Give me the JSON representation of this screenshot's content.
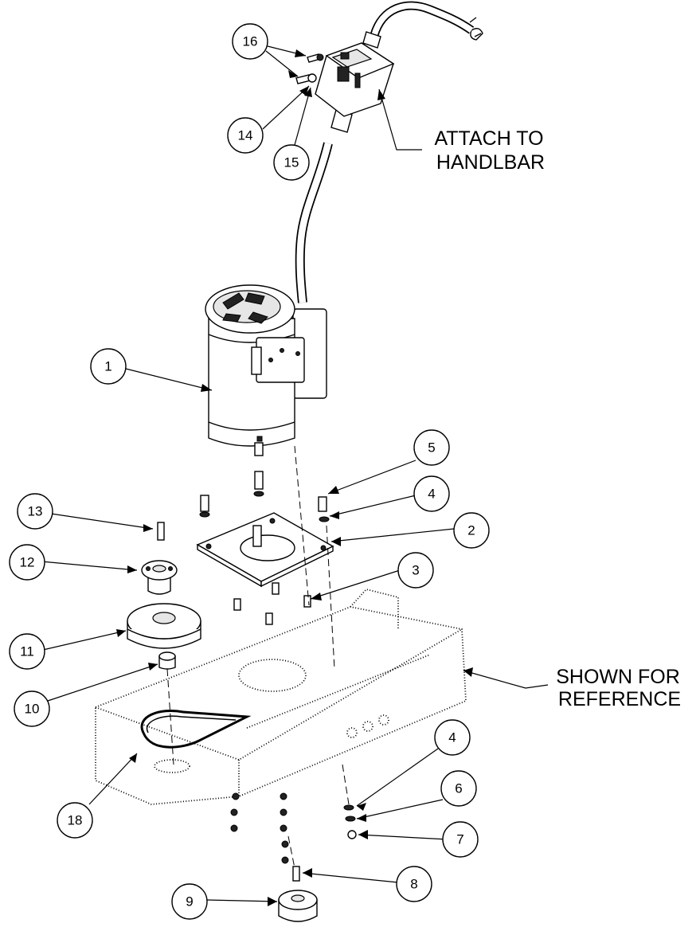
{
  "callouts": {
    "attach_line1": "ATTACH TO",
    "attach_line2": "HANDLBAR",
    "shown_line1": "SHOWN FOR",
    "shown_line2": "REFERENCE"
  },
  "balloons": [
    "16",
    "14",
    "15",
    "1",
    "5",
    "4",
    "2",
    "3",
    "13",
    "12",
    "11",
    "10",
    "18",
    "4",
    "6",
    "7",
    "8",
    "9"
  ]
}
